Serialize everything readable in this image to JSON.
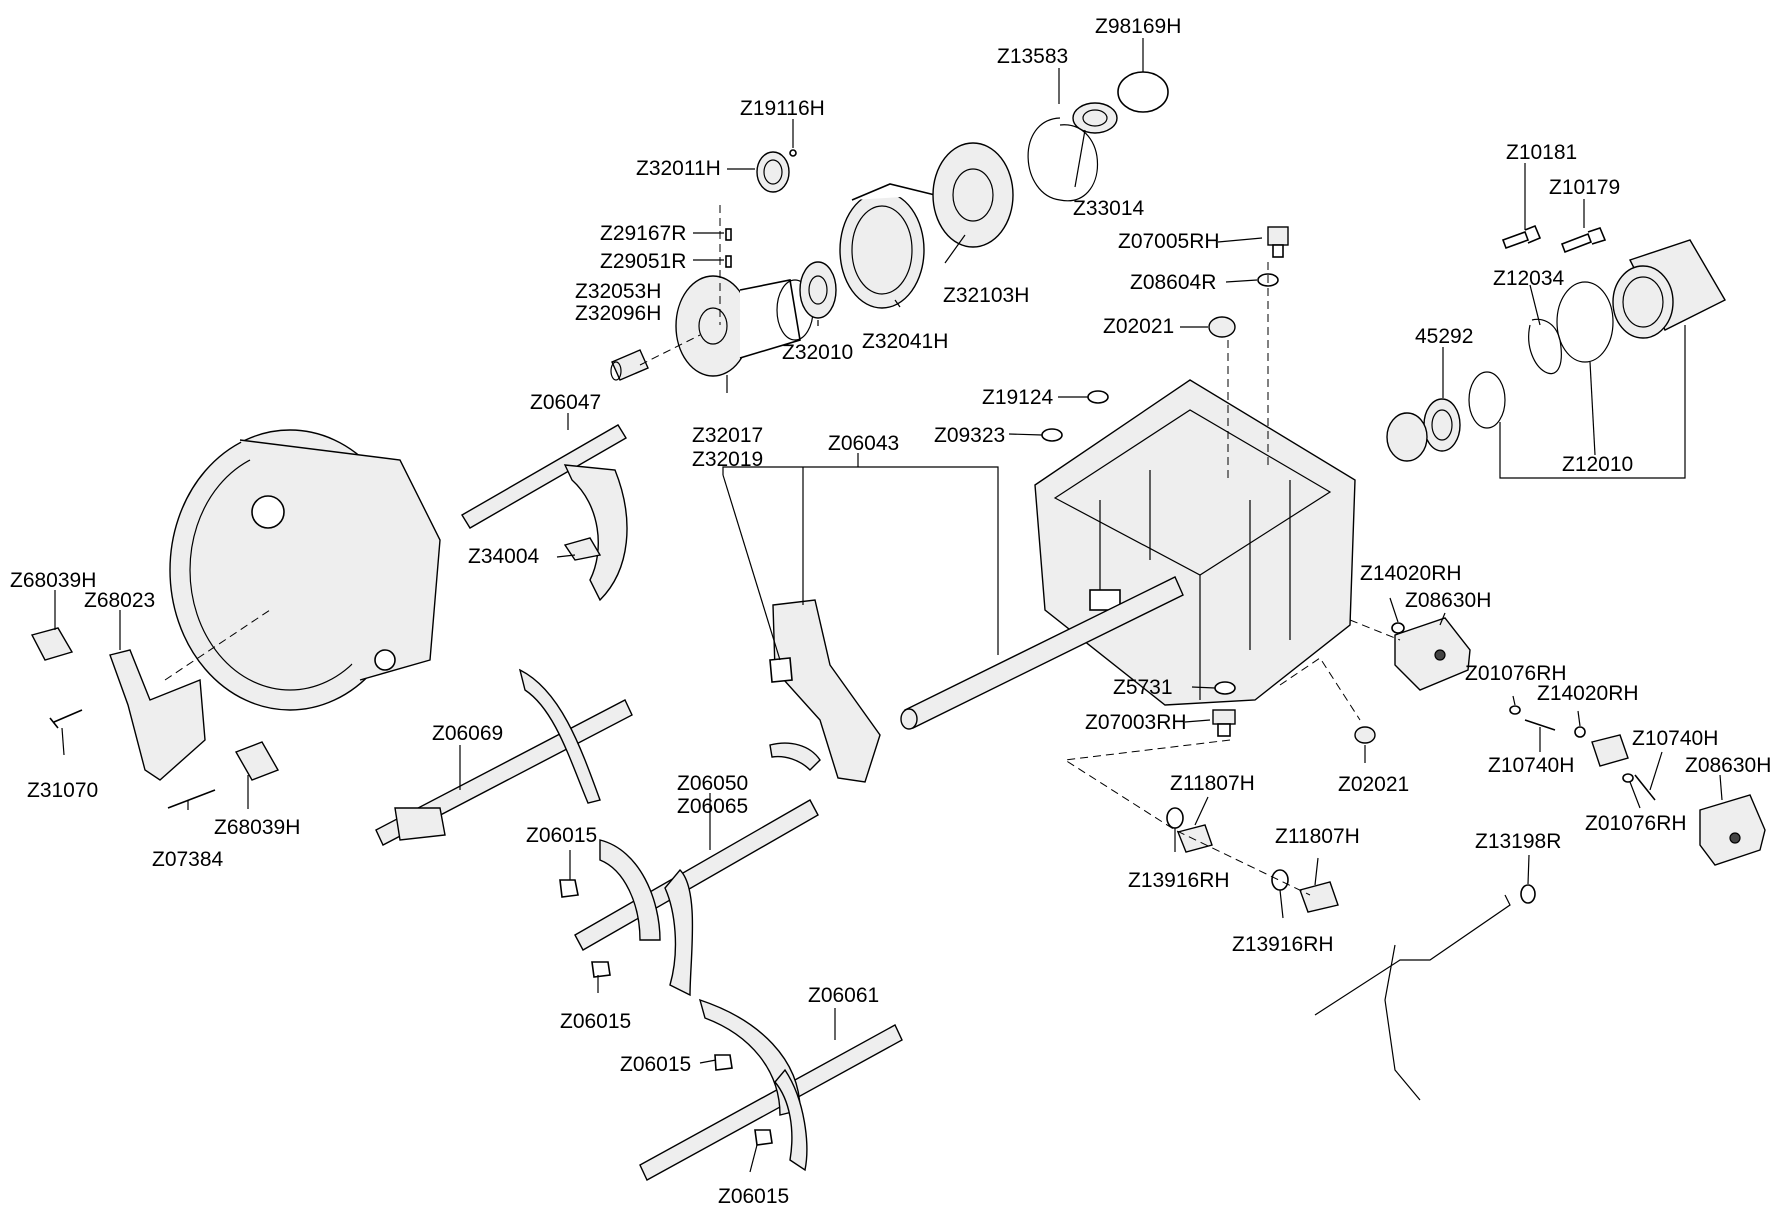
{
  "labels": {
    "Z98169H": "Z98169H",
    "Z13583": "Z13583",
    "Z19116H": "Z19116H",
    "Z32011H": "Z32011H",
    "Z33014": "Z33014",
    "Z29167R": "Z29167R",
    "Z29051R": "Z29051R",
    "Z07005RH": "Z07005RH",
    "Z32053H": "Z32053H",
    "Z32096H": "Z32096H",
    "Z32103H": "Z32103H",
    "Z08604R": "Z08604R",
    "Z32010": "Z32010",
    "Z32041H": "Z32041H",
    "Z02021_top": "Z02021",
    "Z32017": "Z32017",
    "Z32019": "Z32019",
    "Z06047": "Z06047",
    "Z06043": "Z06043",
    "Z19124": "Z19124",
    "Z09323": "Z09323",
    "Z10181": "Z10181",
    "Z10179": "Z10179",
    "Z12034": "Z12034",
    "45292": "45292",
    "Z12010": "Z12010",
    "Z34004": "Z34004",
    "Z68039H_left": "Z68039H",
    "Z68023": "Z68023",
    "Z31070": "Z31070",
    "Z68039H_bottom": "Z68039H",
    "Z07384": "Z07384",
    "Z06069": "Z06069",
    "Z06050": "Z06050",
    "Z06065": "Z06065",
    "Z06015_a": "Z06015",
    "Z06015_b": "Z06015",
    "Z06015_c": "Z06015",
    "Z06015_d": "Z06015",
    "Z06061": "Z06061",
    "Z14020RH_a": "Z14020RH",
    "Z08630H_a": "Z08630H",
    "Z5731": "Z5731",
    "Z07003RH": "Z07003RH",
    "Z01076RH_a": "Z01076RH",
    "Z14020RH_b": "Z14020RH",
    "Z10740H_a": "Z10740H",
    "Z10740H_b": "Z10740H",
    "Z08630H_b": "Z08630H",
    "Z01076RH_b": "Z01076RH",
    "Z02021_bottom": "Z02021",
    "Z11807H_a": "Z11807H",
    "Z11807H_b": "Z11807H",
    "Z13916RH_a": "Z13916RH",
    "Z13916RH_b": "Z13916RH",
    "Z13198R": "Z13198R"
  }
}
